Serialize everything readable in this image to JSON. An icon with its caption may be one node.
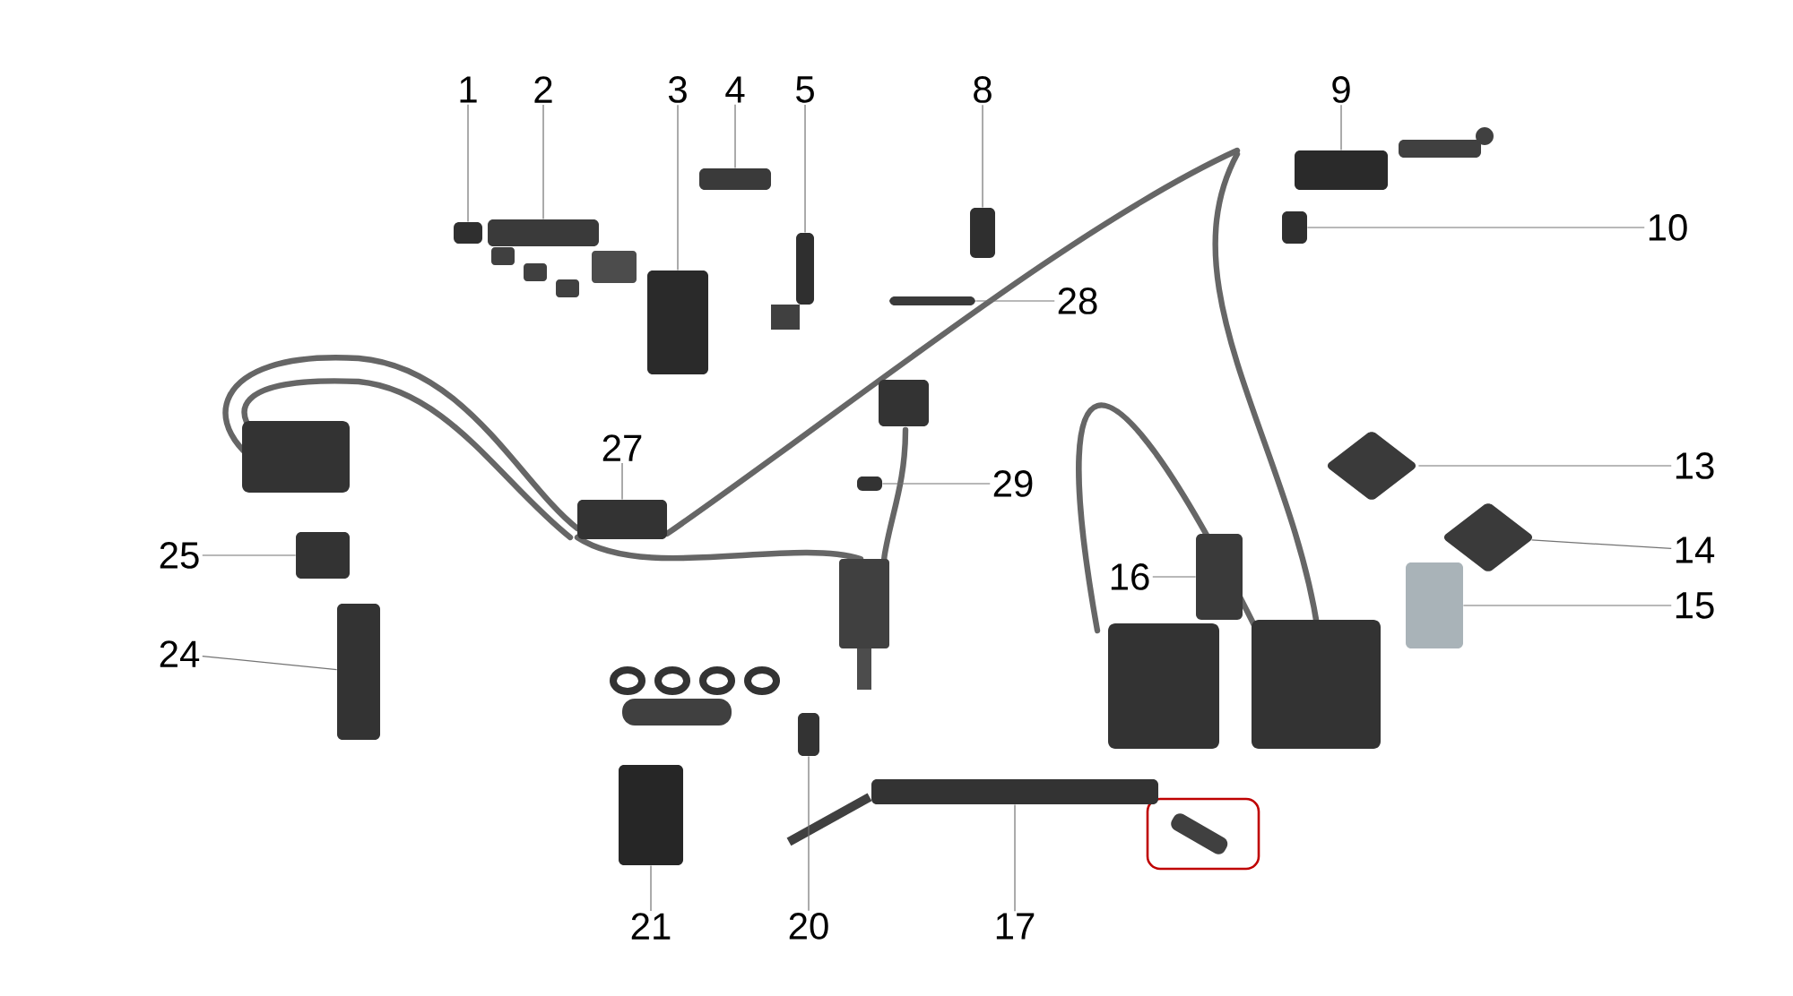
{
  "diagram": {
    "nodes": [
      {
        "text": [
          "1"
        ]
      },
      {
        "text": [
          "2"
        ]
      },
      {
        "text": [
          "3"
        ]
      },
      {
        "text": [
          "4"
        ]
      },
      {
        "text": [
          "5"
        ]
      },
      {
        "text": [
          "8"
        ]
      },
      {
        "text": [
          "9"
        ]
      },
      {
        "text": [
          "10"
        ]
      },
      {
        "text": [
          "28"
        ]
      },
      {
        "text": [
          "27"
        ]
      },
      {
        "text": [
          "29"
        ]
      },
      {
        "text": [
          "13"
        ]
      },
      {
        "text": [
          "25"
        ]
      },
      {
        "text": [
          "16"
        ]
      },
      {
        "text": [
          "14"
        ]
      },
      {
        "text": [
          "24"
        ]
      },
      {
        "text": [
          "15"
        ]
      },
      {
        "text": [
          "21"
        ]
      },
      {
        "text": [
          "20"
        ]
      },
      {
        "text": [
          "17"
        ]
      },
      {
        "text": [],
        "shape": "box"
      },
      {
        "text": [],
        "shape": "box"
      },
      {
        "text": [],
        "shape": "box"
      },
      {
        "text": [],
        "shape": "box"
      },
      {
        "text": [],
        "shape": "box"
      },
      {
        "text": [],
        "shape": "box"
      },
      {
        "text": [],
        "shape": "box"
      },
      {
        "text": [],
        "shape": "box"
      },
      {
        "text": [],
        "shape": "box"
      },
      {
        "text": [],
        "shape": "box"
      },
      {
        "text": [],
        "shape": "box"
      },
      {
        "text": [],
        "shape": "diamond"
      },
      {
        "text": [],
        "shape": "box"
      },
      {
        "text": [],
        "shape": "box"
      },
      {
        "text": [],
        "shape": "diamond"
      },
      {
        "text": [],
        "shape": "box"
      },
      {
        "text": [],
        "shape": "box"
      },
      {
        "text": [],
        "shape": "box"
      },
      {
        "text": [],
        "shape": "box"
      },
      {
        "text": [],
        "shape": "box"
      }
    ],
    "edges": [
      {
        "from": 0,
        "to": 20,
        "arrow": "none"
      },
      {
        "from": 1,
        "to": 21,
        "arrow": "none"
      },
      {
        "from": 2,
        "to": 22,
        "arrow": "none"
      },
      {
        "from": 3,
        "to": 23,
        "arrow": "none"
      },
      {
        "from": 4,
        "to": 24,
        "arrow": "none"
      },
      {
        "from": 5,
        "to": 25,
        "arrow": "none"
      },
      {
        "from": 6,
        "to": 26,
        "arrow": "none"
      },
      {
        "from": 7,
        "to": 27,
        "arrow": "none"
      },
      {
        "from": 8,
        "to": 28,
        "arrow": "none"
      },
      {
        "from": 9,
        "to": 29,
        "arrow": "none"
      },
      {
        "from": 10,
        "to": 30,
        "arrow": "none"
      },
      {
        "from": 11,
        "to": 31,
        "arrow": "none"
      },
      {
        "from": 12,
        "to": 32,
        "arrow": "none"
      },
      {
        "from": 13,
        "to": 33,
        "arrow": "none"
      },
      {
        "from": 14,
        "to": 34,
        "arrow": "none"
      },
      {
        "from": 15,
        "to": 35,
        "arrow": "none"
      },
      {
        "from": 16,
        "to": 36,
        "arrow": "none"
      },
      {
        "from": 17,
        "to": 37,
        "arrow": "none"
      },
      {
        "from": 18,
        "to": 38,
        "arrow": "none"
      },
      {
        "from": 19,
        "to": 39,
        "arrow": "none"
      }
    ]
  }
}
